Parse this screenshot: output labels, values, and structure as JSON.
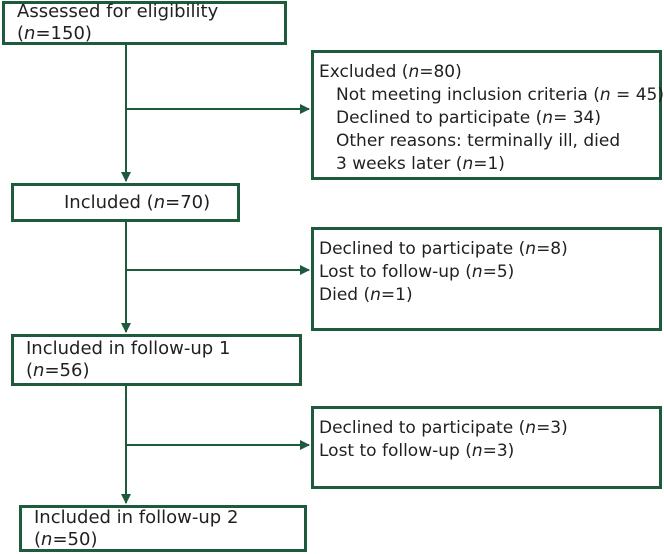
{
  "colors": {
    "border": "#1e5b3c",
    "line": "#1e5b3c",
    "text": "#231f20"
  },
  "stages": [
    {
      "pre": "Assessed for eligibility (",
      "n": "n",
      "post": "=150)"
    },
    {
      "pre": "Included (",
      "n": "n",
      "post": "=70)"
    },
    {
      "pre": "Included in follow-up 1 (",
      "n": "n",
      "post": "=56)"
    },
    {
      "pre": "Included in follow-up 2 (",
      "n": "n",
      "post": "=50)"
    }
  ],
  "exclusions": [
    {
      "title": {
        "pre": "Excluded  (",
        "n": "n",
        "post": "=80)"
      },
      "items": [
        {
          "pre": "Not meeting inclusion criteria (",
          "n": "n",
          "post": " = 45)"
        },
        {
          "pre": "Declined to participate (",
          "n": "n",
          "post": "= 34)"
        },
        {
          "pre": "Other reasons: terminally ill, died 3 weeks later (",
          "n": "n",
          "post": "=1)"
        }
      ]
    },
    {
      "items": [
        {
          "pre": "Declined to participate (",
          "n": "n",
          "post": "=8)"
        },
        {
          "pre": "Lost to follow-up (",
          "n": "n",
          "post": "=5)"
        },
        {
          "pre": "Died (",
          "n": "n",
          "post": "=1)"
        }
      ]
    },
    {
      "items": [
        {
          "pre": "Declined to participate (",
          "n": "n",
          "post": "=3)"
        },
        {
          "pre": "Lost to follow-up (",
          "n": "n",
          "post": "=3)"
        }
      ]
    }
  ]
}
